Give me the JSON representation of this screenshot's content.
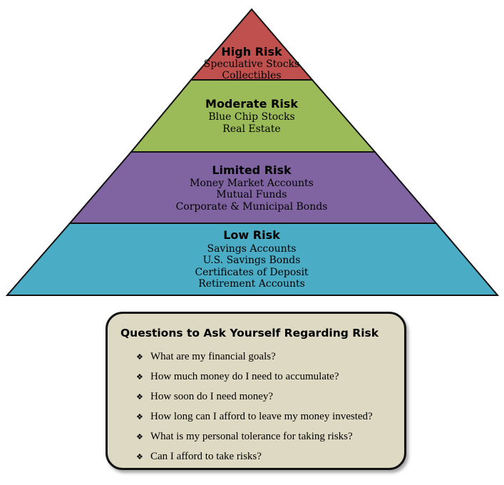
{
  "pyramid": {
    "tiers": [
      {
        "title": "High Risk",
        "items": [
          "Speculative Stocks",
          "Collectibles"
        ],
        "color": "#c0504d"
      },
      {
        "title": "Moderate Risk",
        "items": [
          "Blue Chip Stocks",
          "Real Estate"
        ],
        "color": "#9bbb59"
      },
      {
        "title": "Limited Risk",
        "items": [
          "Money Market Accounts",
          "Mutual Funds",
          "Corporate & Municipal  Bonds"
        ],
        "color": "#8064a2"
      },
      {
        "title": "Low Risk",
        "items": [
          "Savings Accounts",
          "U.S. Savings Bonds",
          "Certificates of Deposit",
          "Retirement Accounts"
        ],
        "color": "#4bacc6"
      }
    ]
  },
  "questions": {
    "title": "Questions to Ask Yourself Regarding Risk",
    "bullet_icon": "diamond-bullet-icon",
    "items": [
      "What are my financial goals?",
      "How much money do I need to accumulate?",
      "How soon do I need money?",
      "How long can I afford to leave my money invested?",
      "What is my personal tolerance for taking risks?",
      "Can I afford to take risks?"
    ],
    "box_color": "#ddd9c3"
  }
}
